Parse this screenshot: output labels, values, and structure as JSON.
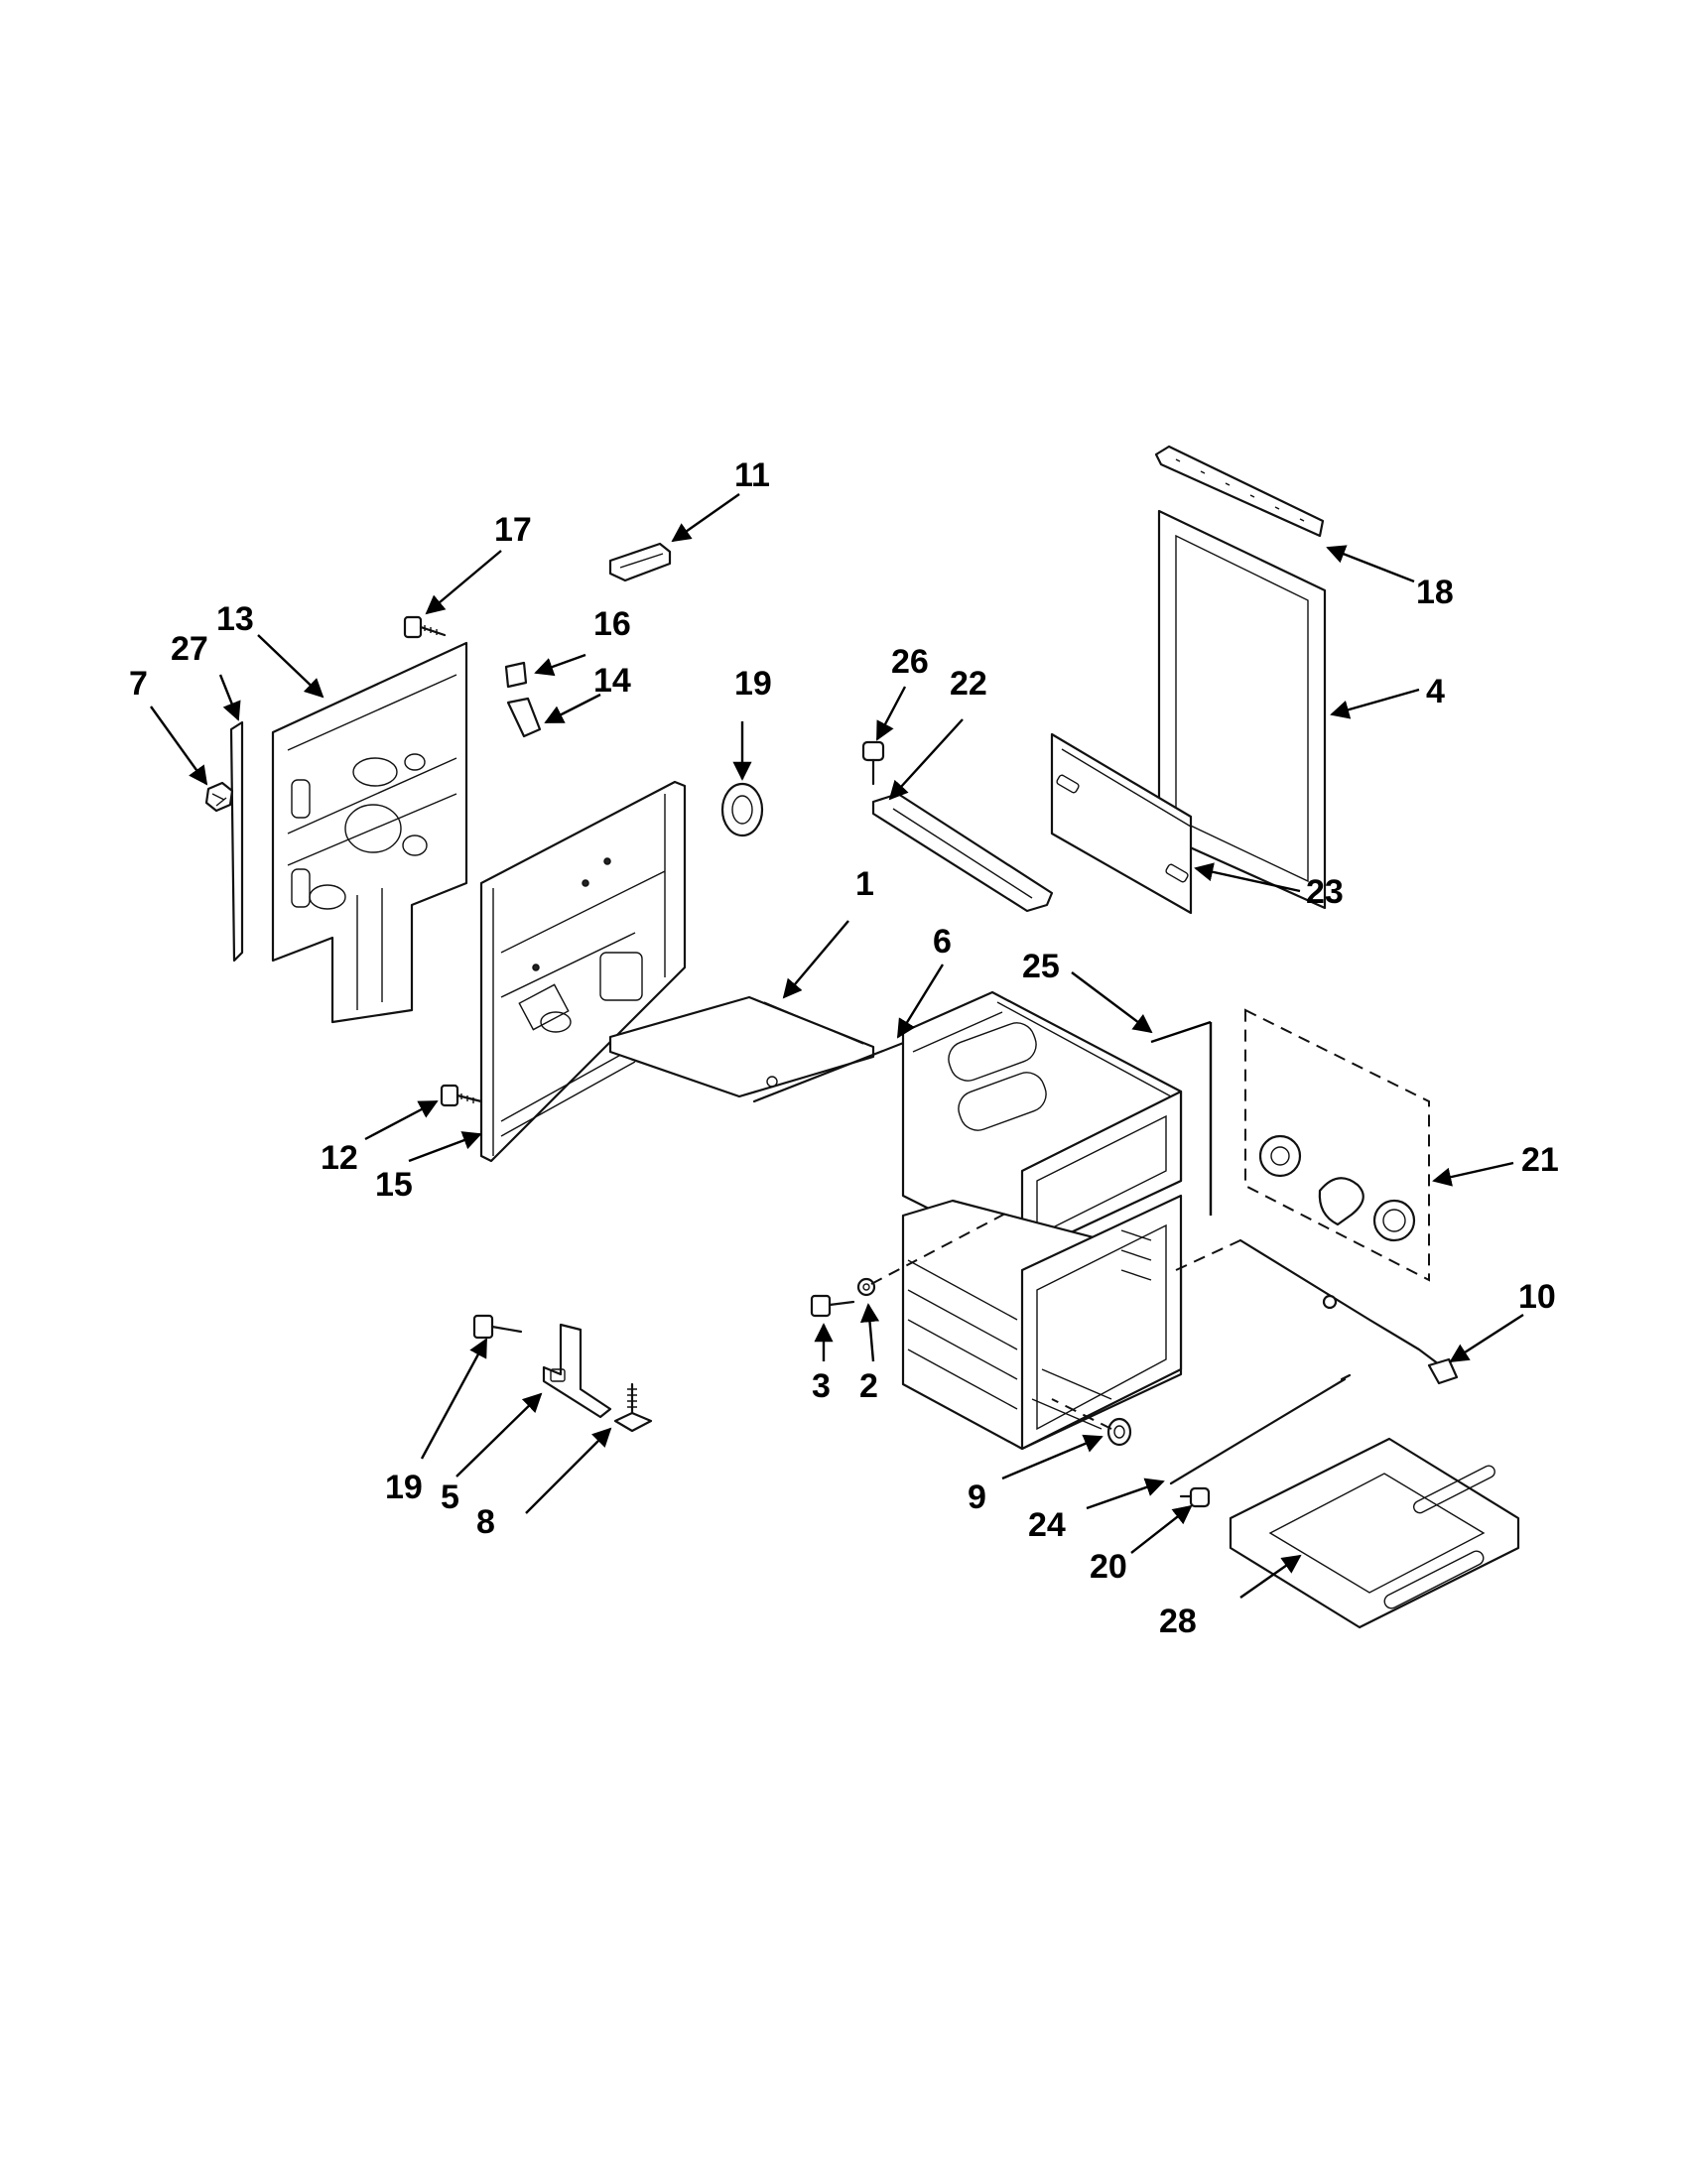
{
  "callouts": [
    {
      "id": "c1",
      "label": "1"
    },
    {
      "id": "c2",
      "label": "2"
    },
    {
      "id": "c3",
      "label": "3"
    },
    {
      "id": "c4",
      "label": "4"
    },
    {
      "id": "c5",
      "label": "5"
    },
    {
      "id": "c6",
      "label": "6"
    },
    {
      "id": "c7",
      "label": "7"
    },
    {
      "id": "c8",
      "label": "8"
    },
    {
      "id": "c9",
      "label": "9"
    },
    {
      "id": "c10",
      "label": "10"
    },
    {
      "id": "c11",
      "label": "11"
    },
    {
      "id": "c12",
      "label": "12"
    },
    {
      "id": "c13",
      "label": "13"
    },
    {
      "id": "c14",
      "label": "14"
    },
    {
      "id": "c15",
      "label": "15"
    },
    {
      "id": "c16",
      "label": "16"
    },
    {
      "id": "c17",
      "label": "17"
    },
    {
      "id": "c18",
      "label": "18"
    },
    {
      "id": "c19a",
      "label": "19"
    },
    {
      "id": "c19b",
      "label": "19"
    },
    {
      "id": "c20",
      "label": "20"
    },
    {
      "id": "c21",
      "label": "21"
    },
    {
      "id": "c22",
      "label": "22"
    },
    {
      "id": "c23",
      "label": "23"
    },
    {
      "id": "c24",
      "label": "24"
    },
    {
      "id": "c25",
      "label": "25"
    },
    {
      "id": "c26",
      "label": "26"
    },
    {
      "id": "c27",
      "label": "27"
    },
    {
      "id": "c28",
      "label": "28"
    }
  ]
}
